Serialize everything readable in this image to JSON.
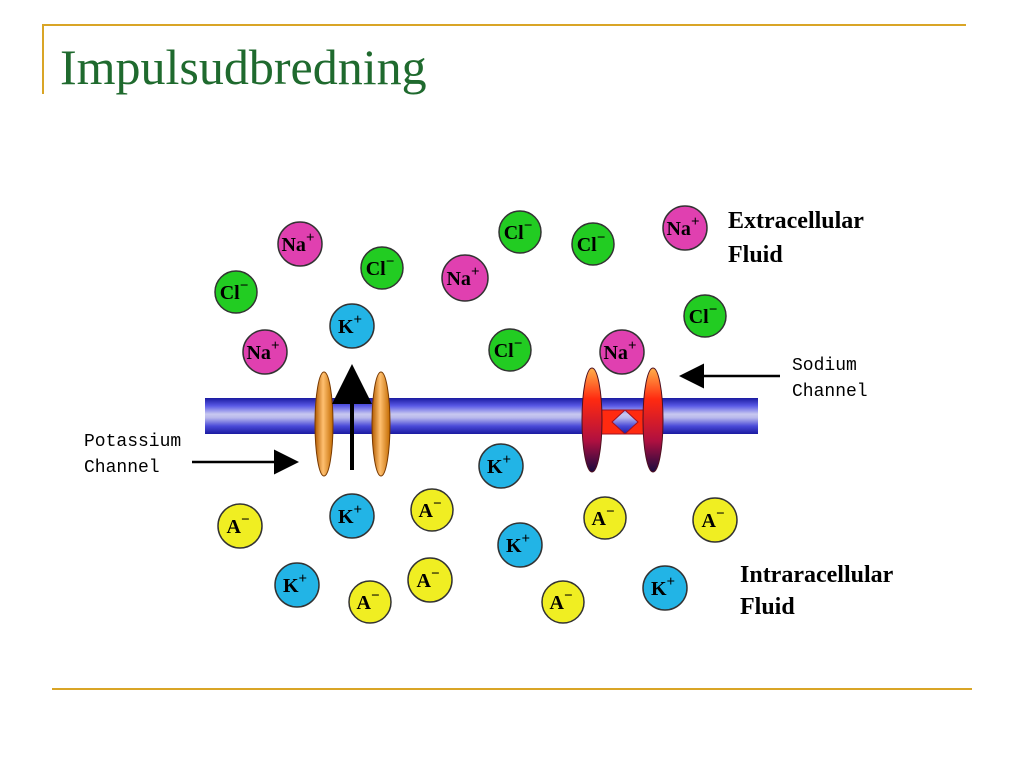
{
  "slide": {
    "title": "Impulsudbredning"
  },
  "theme": {
    "accent": "#d9a526",
    "title_color": "#1f6a2e"
  },
  "labels": {
    "extracellular_line1": "Extracellular",
    "extracellular_line2": "Fluid",
    "intracellular_line1": "Intraracellular",
    "intracellular_line2": "Fluid",
    "sodium_line1": "Sodium",
    "sodium_line2": "Channel",
    "potassium_line1": "Potassium",
    "potassium_line2": "Channel"
  },
  "ion_types": {
    "Na": {
      "symbol": "Na",
      "charge": "+",
      "color": "#e040b0"
    },
    "Cl": {
      "symbol": "Cl",
      "charge": "−",
      "color": "#22cc22"
    },
    "K": {
      "symbol": "K",
      "charge": "+",
      "color": "#22b4e6"
    },
    "A": {
      "symbol": "A",
      "charge": "−",
      "color": "#f0ee22"
    }
  },
  "ions": [
    {
      "type": "Na",
      "region": "extracellular"
    },
    {
      "type": "Cl",
      "region": "extracellular"
    },
    {
      "type": "Na",
      "region": "extracellular"
    },
    {
      "type": "Cl",
      "region": "extracellular"
    },
    {
      "type": "Cl",
      "region": "extracellular"
    },
    {
      "type": "Cl",
      "region": "extracellular"
    },
    {
      "type": "Na",
      "region": "extracellular"
    },
    {
      "type": "K",
      "region": "extracellular"
    },
    {
      "type": "Na",
      "region": "extracellular"
    },
    {
      "type": "Cl",
      "region": "extracellular"
    },
    {
      "type": "Cl",
      "region": "extracellular"
    },
    {
      "type": "Na",
      "region": "extracellular"
    },
    {
      "type": "K",
      "region": "intracellular"
    },
    {
      "type": "A",
      "region": "intracellular"
    },
    {
      "type": "K",
      "region": "intracellular"
    },
    {
      "type": "A",
      "region": "intracellular"
    },
    {
      "type": "K",
      "region": "intracellular"
    },
    {
      "type": "A",
      "region": "intracellular"
    },
    {
      "type": "A",
      "region": "intracellular"
    },
    {
      "type": "K",
      "region": "intracellular"
    },
    {
      "type": "A",
      "region": "intracellular"
    },
    {
      "type": "A",
      "region": "intracellular"
    },
    {
      "type": "A",
      "region": "intracellular"
    },
    {
      "type": "K",
      "region": "intracellular"
    }
  ]
}
